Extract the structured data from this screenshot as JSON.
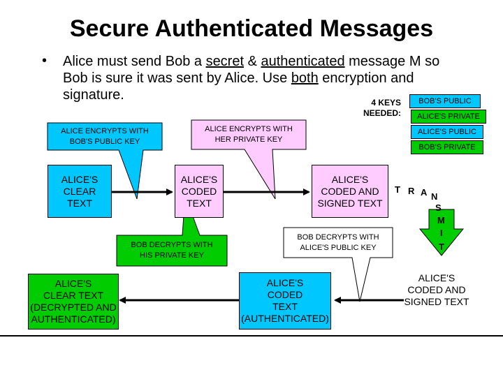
{
  "title": "Secure Authenticated Messages",
  "bullet": {
    "symbol": "•",
    "line1_a": "Alice must send Bob a ",
    "line1_secret": "secret",
    "line1_b": " & ",
    "line1_auth": "authenticated",
    "line1_c": " message M so",
    "line2_a": "Bob is sure it was sent by Alice.  Use ",
    "line2_both": "both",
    "line2_b": " encryption and",
    "line3": "signature."
  },
  "keys_needed": {
    "label_line1": "4 KEYS",
    "label_line2": "NEEDED:",
    "keys": [
      {
        "label": "BOB'S PUBLIC",
        "color": "#00c8ff"
      },
      {
        "label": "ALICE'S PRIVATE",
        "color": "#00cc00"
      },
      {
        "label": "ALICE'S PUBLIC",
        "color": "#00c8ff"
      },
      {
        "label": "BOB'S PRIVATE",
        "color": "#00cc00"
      }
    ]
  },
  "callouts": {
    "alice_bob_public": {
      "line1": "ALICE ENCRYPTS WITH",
      "line2": "BOB'S PUBLIC KEY",
      "color": "#00c8ff"
    },
    "alice_private": {
      "line1": "ALICE ENCRYPTS WITH",
      "line2": "HER PRIVATE KEY",
      "color": "#ffccff"
    },
    "bob_private": {
      "line1": "BOB DECRYPTS WITH",
      "line2": "HIS PRIVATE KEY",
      "color": "#00cc00"
    },
    "alice_public": {
      "line1": "BOB DECRYPTS WITH",
      "line2": "ALICE'S PUBLIC KEY",
      "color": "#ffffff"
    }
  },
  "boxes": {
    "clear_text": {
      "line1": "ALICE'S",
      "line2": "CLEAR",
      "line3": "TEXT",
      "color": "#00c8ff"
    },
    "coded_text": {
      "line1": "ALICE'S",
      "line2": "CODED",
      "line3": "TEXT",
      "color": "#ffccff"
    },
    "coded_signed": {
      "line1": "ALICE'S",
      "line2": "CODED AND",
      "line3": "SIGNED TEXT",
      "color": "#ffccff"
    },
    "transmitted": {
      "line1": "ALICE'S",
      "line2": "CODED AND",
      "line3": "SIGNED TEXT",
      "color": "#ffffff"
    },
    "bob_coded": {
      "line1": "ALICE'S",
      "line2": "CODED",
      "line3": "TEXT",
      "line4": "(AUTHENTICATED)",
      "color": "#00c8ff"
    },
    "bob_clear": {
      "line1": "ALICE'S",
      "line2": "CLEAR TEXT",
      "line3": "(DECRYPTED AND",
      "line4": "AUTHENTICATED)",
      "color": "#00cc00"
    }
  },
  "transmit": {
    "letters": [
      "T",
      "R",
      "A",
      "N",
      "S",
      "M",
      "I",
      "T"
    ]
  }
}
